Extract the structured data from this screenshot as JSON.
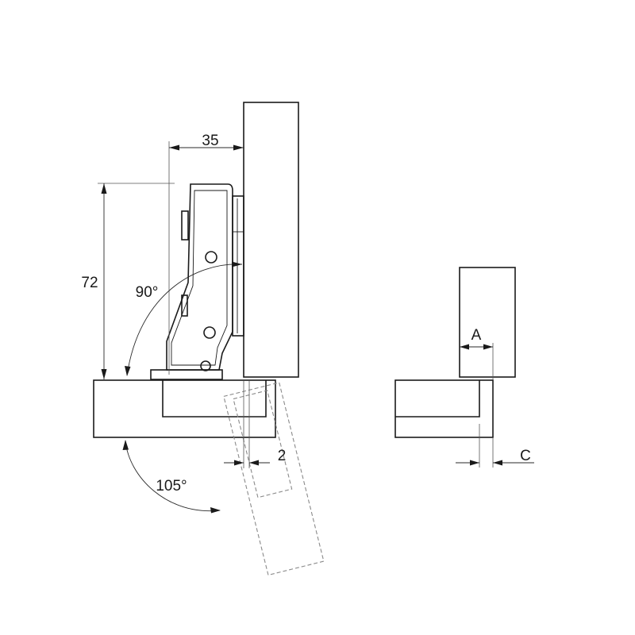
{
  "drawing": {
    "hinge_view": {
      "dimensions": {
        "cup_distance": "35",
        "height": "72",
        "gap": "2"
      },
      "angles": {
        "closed_angle": "90°",
        "opening_angle": "105°"
      }
    },
    "overlay_view": {
      "labels": {
        "a": "A",
        "c": "C"
      }
    }
  }
}
